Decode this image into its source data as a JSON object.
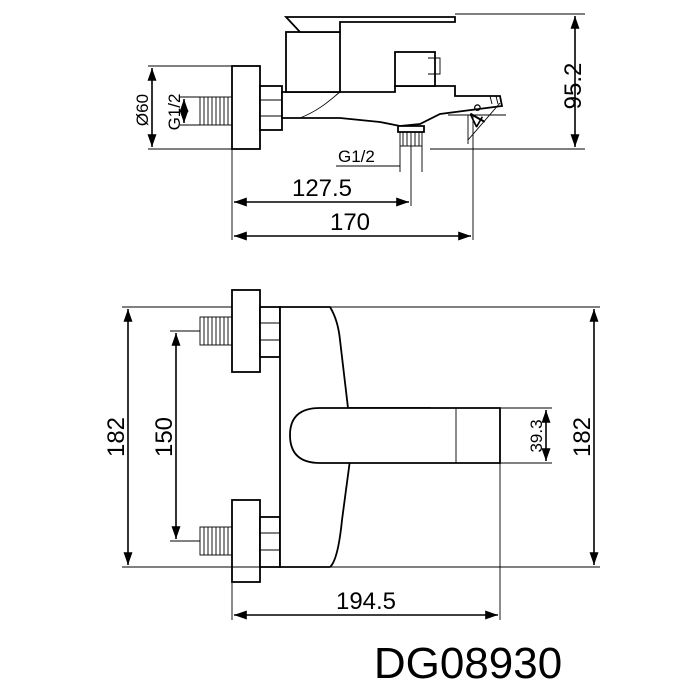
{
  "drawing": {
    "model_code": "DG08930",
    "side_view": {
      "diameter_label": "Ø60",
      "inlet_thread_label": "G1/2",
      "outlet_thread_label": "G1/2",
      "angle_label": "4°",
      "height_label": "95.2",
      "outlet_distance_label": "127.5",
      "depth_label": "170"
    },
    "top_view": {
      "height_left_label": "182",
      "centers_label": "150",
      "spout_width_label": "39.3",
      "height_right_label": "182",
      "length_label": "194.5"
    }
  }
}
